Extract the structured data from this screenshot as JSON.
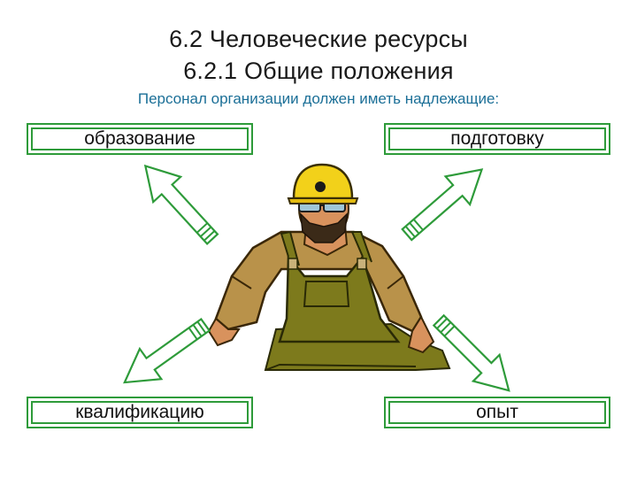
{
  "slide": {
    "title_line1": "6.2 Человеческие ресурсы",
    "title_line2": "6.2.1 Общие положения",
    "subtitle": "Персонал организации должен иметь надлежащие:"
  },
  "requirements": [
    {
      "position": "top-left",
      "label": "образование"
    },
    {
      "position": "top-right",
      "label": "подготовку"
    },
    {
      "position": "bottom-left",
      "label": "квалификацию"
    },
    {
      "position": "bottom-right",
      "label": "опыт"
    }
  ],
  "colors": {
    "accent_green": "#2e9b3a",
    "subtitle_blue": "#1b6f97",
    "title_text": "#1a1a1a"
  },
  "illustration": {
    "icon": "construction-worker-icon"
  },
  "arrows": {
    "icon": "outlined-arrow-icon",
    "count": 4
  }
}
